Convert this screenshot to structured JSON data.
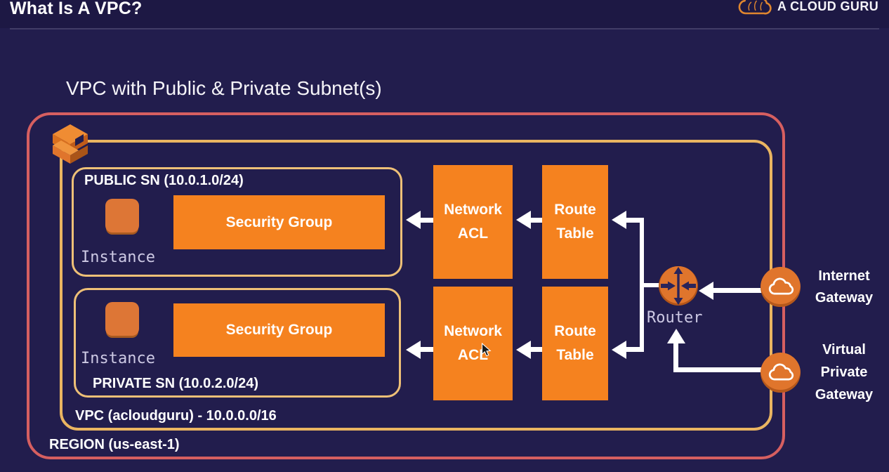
{
  "page": {
    "title": "What Is A VPC?",
    "brand": "A CLOUD GURU"
  },
  "diagram": {
    "title": "VPC with Public & Private Subnet(s)",
    "region_label": "REGION (us-east-1)",
    "vpc_label": "VPC (acloudguru) - 10.0.0.0/16",
    "subnets": [
      {
        "name": "public",
        "label": "PUBLIC SN (10.0.1.0/24)",
        "instance_label": "Instance",
        "security_group_label": "Security Group"
      },
      {
        "name": "private",
        "label": "PRIVATE SN (10.0.2.0/24)",
        "instance_label": "Instance",
        "security_group_label": "Security Group"
      }
    ],
    "flow_rows": [
      {
        "nacl_label": "Network ACL",
        "route_table_label": "Route Table"
      },
      {
        "nacl_label": "Network ACL",
        "route_table_label": "Route Table"
      }
    ],
    "router_label": "Router",
    "internet_gateway_label": "Internet Gateway",
    "virtual_private_gateway_label": "Virtual Private Gateway"
  },
  "icons": [
    "acg-cloud-logo-icon",
    "vpc-3d-icon",
    "instance-icon",
    "router-icon",
    "internet-gateway-cloud-icon",
    "virtual-private-gateway-cloud-icon",
    "mouse-cursor-icon"
  ],
  "colors": {
    "background": "#221d4d",
    "box_orange": "#f5821f",
    "instance_orange": "#dd7636",
    "region_border": "#d65f60",
    "vpc_border": "#eab561",
    "subnet_border": "#eec077",
    "mono_label": "#cdc9e4",
    "icon_orange": "#e0752c",
    "brand_orange": "#e0862f",
    "arrow_white": "#ffffff"
  }
}
